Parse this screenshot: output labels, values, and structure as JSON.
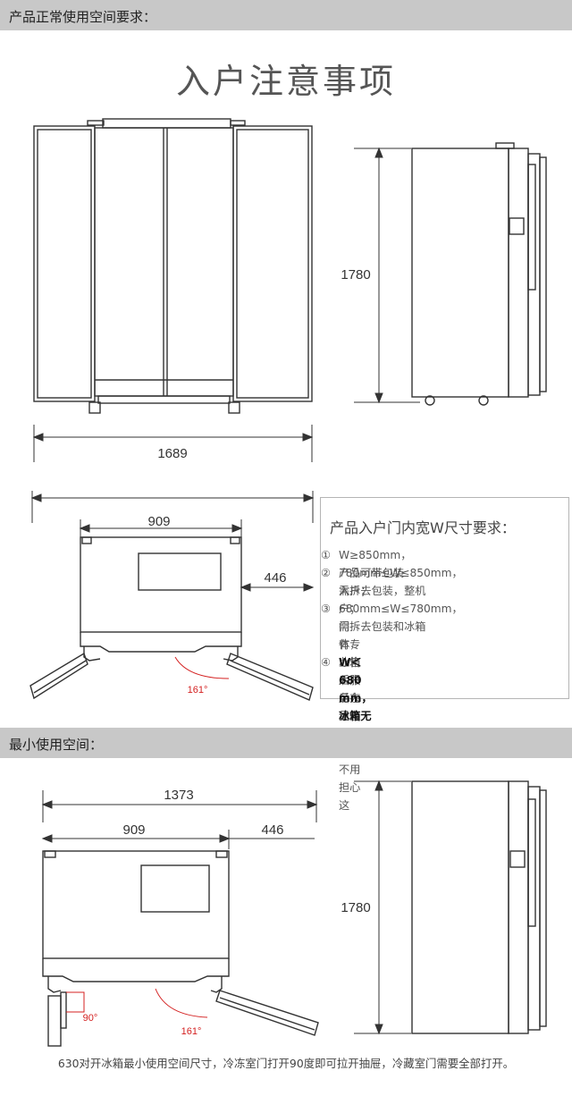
{
  "section1": {
    "title": "产品正常使用空间要求："
  },
  "main_title": "入户注意事项",
  "front_view": {
    "width_label": "1689"
  },
  "side_view_top": {
    "height_label": "1780"
  },
  "top_view_normal": {
    "body_width": "909",
    "side_clearance": "446",
    "door_angle": "161°"
  },
  "requirements": {
    "title": "产品入户门内宽W尺寸要求：",
    "items": [
      {
        "num": "①",
        "lines": [
          "W≥850mm，产品可带包装入户；"
        ]
      },
      {
        "num": "②",
        "lines": [
          "780mm≤W≤850mm，需拆去包装，整机",
          "入户；"
        ]
      },
      {
        "num": "③",
        "lines": [
          "680mm≤W≤780mm，需拆去包装和冰箱",
          "门体，冰箱入户后在组装门体，不用担心这",
          "有专业售后服务人员为您完成；"
        ]
      },
      {
        "num": "④",
        "lines": [
          "W＜680 mm，冰箱无法入户"
        ],
        "strong": true
      }
    ]
  },
  "section2": {
    "title": "最小使用空间："
  },
  "top_view_min": {
    "total_width": "1373",
    "body_width": "909",
    "side_clearance": "446",
    "freezer_angle": "90°",
    "fridge_angle": "161°"
  },
  "side_view_bottom": {
    "height_label": "1780"
  },
  "note": "630对开冰箱最小使用空间尺寸，冷冻室门打开90度即可拉开抽屉，冷藏室门需要全部打开。",
  "colors": {
    "band": "#c8c8c8",
    "angle_arc": "#d42020",
    "line": "#333333"
  }
}
